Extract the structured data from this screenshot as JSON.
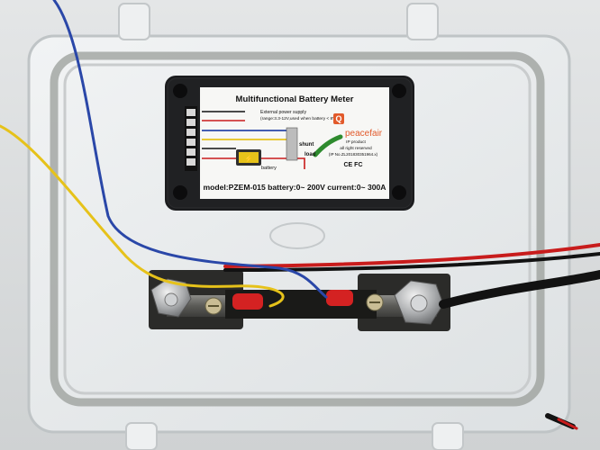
{
  "label": {
    "title": "Multifunctional Battery Meter",
    "supply_line1": "External power supply",
    "supply_line2": "(range:3.3-12V,used when battery < 8V)",
    "shunt": "shunt",
    "load": "load",
    "battery": "battery",
    "brand": "peacefair",
    "ip_line1": "IP product",
    "ip_line2": "all right reserved",
    "ip_line3": "(IP No.ZL201830351964.x)",
    "cert": "CE FC",
    "model_line": "model:PZEM-015 battery:0~ 200V current:0~ 300A"
  },
  "colors": {
    "wire_yellow": "#e6c21a",
    "wire_blue": "#2a47a8",
    "wire_red": "#c81c1c",
    "wire_black": "#121212",
    "meter_body": "#1b1c1e",
    "brand_orange": "#e25a2b"
  }
}
